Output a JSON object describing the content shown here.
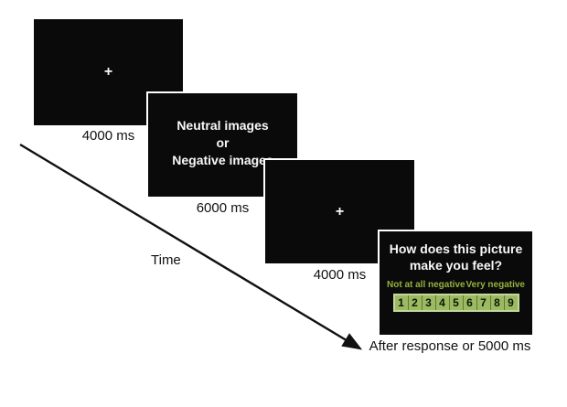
{
  "timeline": {
    "axis_label": "Time",
    "screens": [
      {
        "name": "fixation-1",
        "type": "fixation-cross",
        "symbol": "+",
        "caption": "4000 ms"
      },
      {
        "name": "stimulus",
        "type": "text",
        "lines": [
          "Neutral images",
          "or",
          "Negative images"
        ],
        "caption": "6000 ms"
      },
      {
        "name": "fixation-2",
        "type": "fixation-cross",
        "symbol": "+",
        "caption": "4000 ms"
      },
      {
        "name": "rating",
        "type": "rating-scale",
        "question_lines": [
          "How does this picture",
          "make you feel?"
        ],
        "scale": {
          "left_label": "Not at all negative",
          "right_label": "Very negative",
          "values": [
            "1",
            "2",
            "3",
            "4",
            "5",
            "6",
            "7",
            "8",
            "9"
          ]
        },
        "caption": "After response or 5000 ms"
      }
    ]
  },
  "colors": {
    "background": "#ffffff",
    "screen_background": "#0a0a0a",
    "screen_text": "#f8f8f8",
    "scale_label_green": "#93b13d",
    "scale_cell_fill": "#9cba62",
    "scale_cell_border_light": "#c3d79c",
    "scale_cell_separator_dark": "#5e7a33",
    "scale_number": "#0c1505",
    "arrow": "#111111",
    "caption_text": "#111111"
  }
}
